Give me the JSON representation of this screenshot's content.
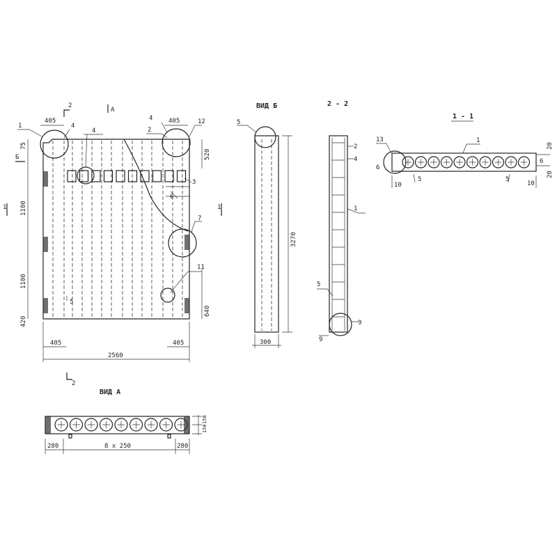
{
  "titles": {
    "view_b": "ВИД Б",
    "section_2_2": "2 - 2",
    "section_1_1": "1 - 1",
    "view_a": "ВИД А"
  },
  "plan": {
    "cut_marks": {
      "cut2_top": "2",
      "cut2_bottom": "2",
      "view_a_arrow": "А",
      "view_b_arrow": "Б",
      "cut1_left": "1",
      "cut1_right": "1"
    },
    "dims": {
      "top_left": "405",
      "top_right": "405",
      "d75": "75",
      "d520": "520",
      "d1100a": "1100",
      "d1100b": "1100",
      "d420": "420",
      "d640": "640",
      "bottom_left": "405",
      "bottom_right": "405",
      "width": "2560"
    },
    "callouts": {
      "c1": "1",
      "c4a": "4",
      "c4b": "4",
      "c4c": "4",
      "c2": "2",
      "c12": "12",
      "c3": "3",
      "c6": "6",
      "c7": "7",
      "c11": "11",
      "c5": "5"
    }
  },
  "view_b": {
    "callout5": "5",
    "height": "3270",
    "width": "300"
  },
  "section_2_2": {
    "c2": "2",
    "c4": "4",
    "c1": "1",
    "c5": "5",
    "c9a": "9",
    "c9b": "9"
  },
  "section_1_1": {
    "c13": "13",
    "c1": "1",
    "c6a": "6",
    "c6b": "6",
    "c5a": "5",
    "c5b": "5",
    "d10a": "10",
    "d10b": "10",
    "d20a": "20",
    "d20b": "20"
  },
  "view_a": {
    "left": "280",
    "middle": "8 x 250",
    "right": "280",
    "h1": "150",
    "h2": "150"
  }
}
